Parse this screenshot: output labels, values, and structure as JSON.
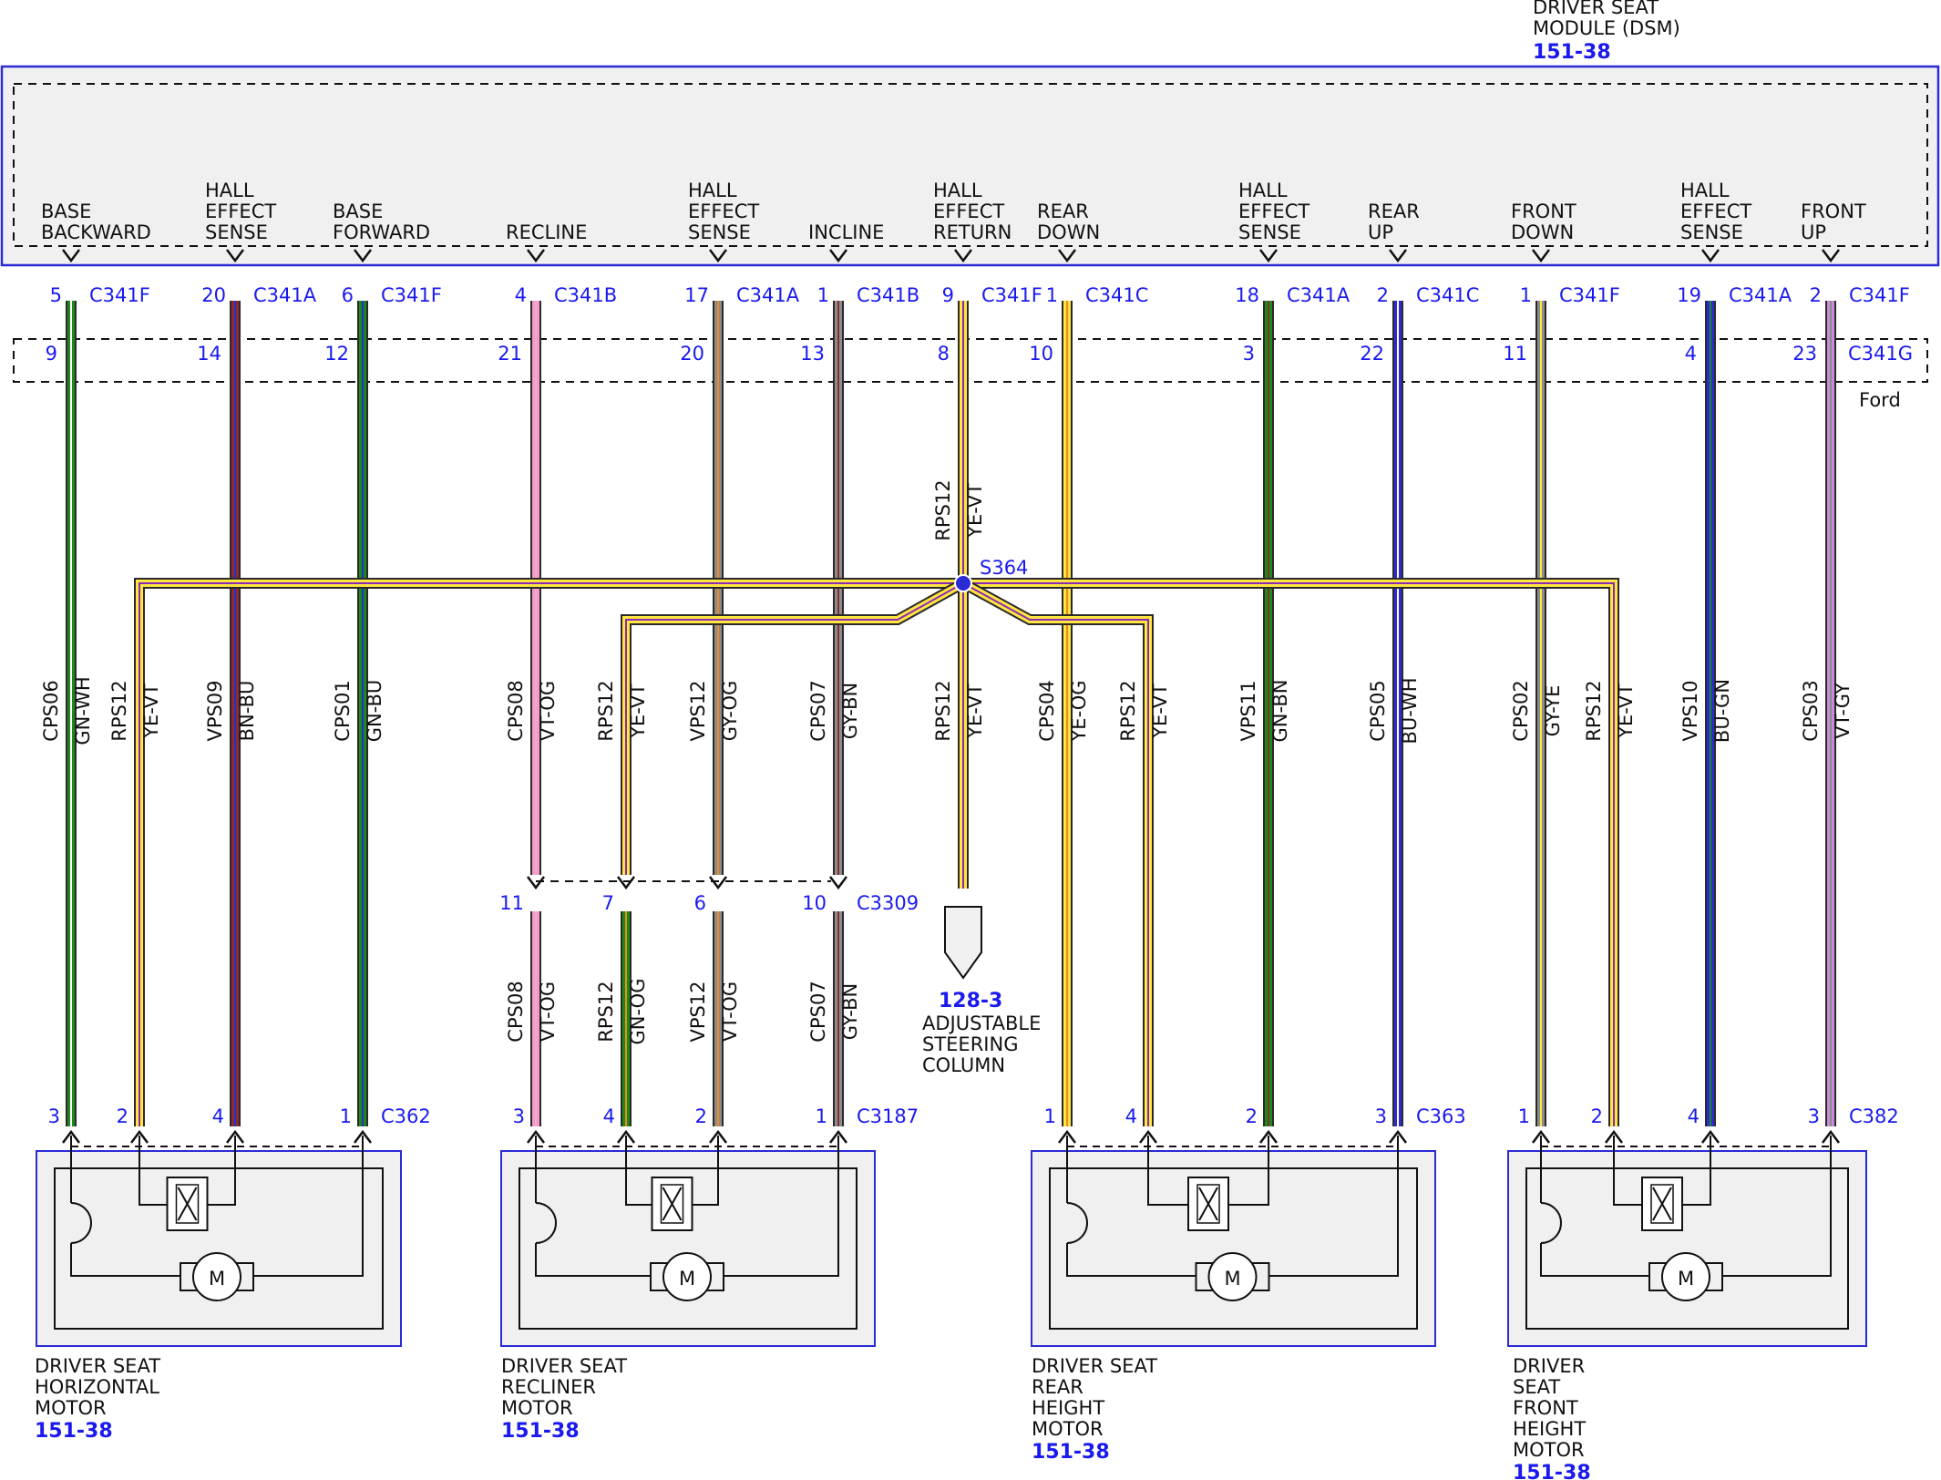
{
  "module": {
    "title": "DRIVER SEAT",
    "subtitle": "MODULE (DSM)",
    "ref": "151-38",
    "colors": {
      "border": "#2b2bd6",
      "fill": "#f0f0f0"
    }
  },
  "brand": "Ford",
  "inline_connector": "C341G",
  "splice": {
    "label": "S364"
  },
  "circuits": [
    {
      "id": "c1",
      "label": [
        "BASE",
        "BACKWARD"
      ],
      "dsm_pin": "5",
      "dsm_conn": "C341F",
      "inline_pin": "9",
      "name": "CPS06",
      "color": "GN-WH",
      "motor_pin": "3",
      "hex": [
        "#1b8a1b",
        "#ffffff"
      ]
    },
    {
      "id": "c2",
      "label": [],
      "dsm_pin": "",
      "dsm_conn": "",
      "inline_pin": "",
      "name": "RPS12",
      "color": "YE-VT",
      "motor_pin": "2",
      "hex": [
        "#ffe640",
        "#8a2ab4"
      ]
    },
    {
      "id": "c3",
      "label": [
        "HALL",
        "EFFECT",
        "SENSE"
      ],
      "dsm_pin": "20",
      "dsm_conn": "C341A",
      "inline_pin": "14",
      "name": "VPS09",
      "color": "BN-BU",
      "motor_pin": "4",
      "hex": [
        "#8b2d2d",
        "#2b2bd6"
      ]
    },
    {
      "id": "c4",
      "label": [
        "BASE",
        "FORWARD"
      ],
      "dsm_pin": "6",
      "dsm_conn": "C341F",
      "inline_pin": "12",
      "name": "CPS01",
      "color": "GN-BU",
      "motor_pin": "1",
      "hex": [
        "#1b8a1b",
        "#2b2bd6"
      ]
    },
    {
      "id": "c5",
      "label": [
        "RECLINE"
      ],
      "dsm_pin": "4",
      "dsm_conn": "C341B",
      "inline_pin": "21",
      "name": "CPS08",
      "color": "VT-OG",
      "mid_top_pin": "11",
      "mid_conn": "",
      "mid_name": "CPS08",
      "mid_color": "VT-OG",
      "motor_pin": "3",
      "hex": [
        "#f49ac8",
        "#f6a7cf"
      ]
    },
    {
      "id": "c6",
      "label": [],
      "dsm_pin": "",
      "dsm_conn": "",
      "inline_pin": "",
      "name": "RPS12",
      "color": "YE-VT",
      "mid_top_pin": "7",
      "mid_conn": "",
      "mid_name": "RPS12",
      "mid_color": "GN-OG",
      "motor_pin": "4",
      "hex": [
        "#ffe640",
        "#8a2ab4"
      ]
    },
    {
      "id": "c7",
      "label": [
        "HALL",
        "EFFECT",
        "SENSE"
      ],
      "dsm_pin": "17",
      "dsm_conn": "C341A",
      "inline_pin": "20",
      "name": "VPS12",
      "color": "GY-OG",
      "mid_top_pin": "6",
      "mid_conn": "",
      "mid_name": "VPS12",
      "mid_color": "VT-OG",
      "motor_pin": "2",
      "hex": [
        "#8c8c8c",
        "#f08a1a"
      ]
    },
    {
      "id": "c8",
      "label": [
        "INCLINE"
      ],
      "dsm_pin": "1",
      "dsm_conn": "C341B",
      "inline_pin": "13",
      "name": "CPS07",
      "color": "GY-BN",
      "mid_top_pin": "10",
      "mid_conn": "C3309",
      "mid_name": "CPS07",
      "mid_color": "GY-BN",
      "motor_pin": "1",
      "hex": [
        "#8c8c8c",
        "#8b2d2d"
      ]
    },
    {
      "id": "c9",
      "label": [
        "HALL",
        "EFFECT",
        "RETURN"
      ],
      "dsm_pin": "9",
      "dsm_conn": "C341F",
      "inline_pin": "8",
      "name": "RPS12",
      "color": "YE-VT",
      "motor_pin": "",
      "hex": [
        "#ffe640",
        "#8a2ab4"
      ]
    },
    {
      "id": "c10",
      "label": [
        "REAR",
        "DOWN"
      ],
      "dsm_pin": "1",
      "dsm_conn": "C341C",
      "inline_pin": "10",
      "name": "CPS04",
      "color": "YE-OG",
      "motor_pin": "1",
      "hex": [
        "#ffe640",
        "#f08a1a"
      ]
    },
    {
      "id": "c11",
      "label": [],
      "dsm_pin": "",
      "dsm_conn": "",
      "inline_pin": "",
      "name": "RPS12",
      "color": "YE-VT",
      "motor_pin": "4",
      "hex": [
        "#ffe640",
        "#8a2ab4"
      ]
    },
    {
      "id": "c12",
      "label": [
        "HALL",
        "EFFECT",
        "SENSE"
      ],
      "dsm_pin": "18",
      "dsm_conn": "C341A",
      "inline_pin": "3",
      "name": "VPS11",
      "color": "GN-BN",
      "motor_pin": "2",
      "hex": [
        "#1b8a1b",
        "#8b2d2d"
      ]
    },
    {
      "id": "c13",
      "label": [
        "REAR",
        "UP"
      ],
      "dsm_pin": "2",
      "dsm_conn": "C341C",
      "inline_pin": "22",
      "name": "CPS05",
      "color": "BU-WH",
      "motor_pin": "3",
      "hex": [
        "#2b2bd6",
        "#ffffff"
      ]
    },
    {
      "id": "c14",
      "label": [
        "FRONT",
        "DOWN"
      ],
      "dsm_pin": "1",
      "dsm_conn": "C341F",
      "inline_pin": "11",
      "name": "CPS02",
      "color": "GY-YE",
      "motor_pin": "1",
      "hex": [
        "#8c8c8c",
        "#ffe640"
      ]
    },
    {
      "id": "c15",
      "label": [],
      "dsm_pin": "",
      "dsm_conn": "",
      "inline_pin": "",
      "name": "RPS12",
      "color": "YE-VT",
      "motor_pin": "2",
      "hex": [
        "#ffe640",
        "#8a2ab4"
      ]
    },
    {
      "id": "c16",
      "label": [
        "HALL",
        "EFFECT",
        "SENSE"
      ],
      "dsm_pin": "19",
      "dsm_conn": "C341A",
      "inline_pin": "4",
      "name": "VPS10",
      "color": "BU-GN",
      "motor_pin": "4",
      "hex": [
        "#2b2bd6",
        "#1b8a1b"
      ]
    },
    {
      "id": "c17",
      "label": [
        "FRONT",
        "UP"
      ],
      "dsm_pin": "2",
      "dsm_conn": "C341F",
      "inline_pin": "23",
      "name": "CPS03",
      "color": "VT-GY",
      "motor_pin": "3",
      "hex": [
        "#c98bd9",
        "#8c8c8c"
      ]
    }
  ],
  "steering": {
    "ref": "128-3",
    "lines": [
      "ADJUSTABLE",
      "STEERING",
      "COLUMN"
    ]
  },
  "motors": [
    {
      "id": "m1",
      "connector": "C362",
      "lines": [
        "DRIVER SEAT",
        "HORIZONTAL",
        "MOTOR"
      ],
      "ref": "151-38",
      "symbol": "M"
    },
    {
      "id": "m2",
      "connector": "C3187",
      "lines": [
        "DRIVER SEAT",
        "RECLINER",
        "MOTOR"
      ],
      "ref": "151-38",
      "symbol": "M"
    },
    {
      "id": "m3",
      "connector": "C363",
      "lines": [
        "DRIVER SEAT",
        "REAR",
        "HEIGHT",
        "MOTOR"
      ],
      "ref": "151-38",
      "symbol": "M"
    },
    {
      "id": "m4",
      "connector": "C382",
      "lines": [
        "DRIVER",
        "SEAT",
        "FRONT",
        "HEIGHT",
        "MOTOR"
      ],
      "ref": "151-38",
      "symbol": "M"
    }
  ]
}
